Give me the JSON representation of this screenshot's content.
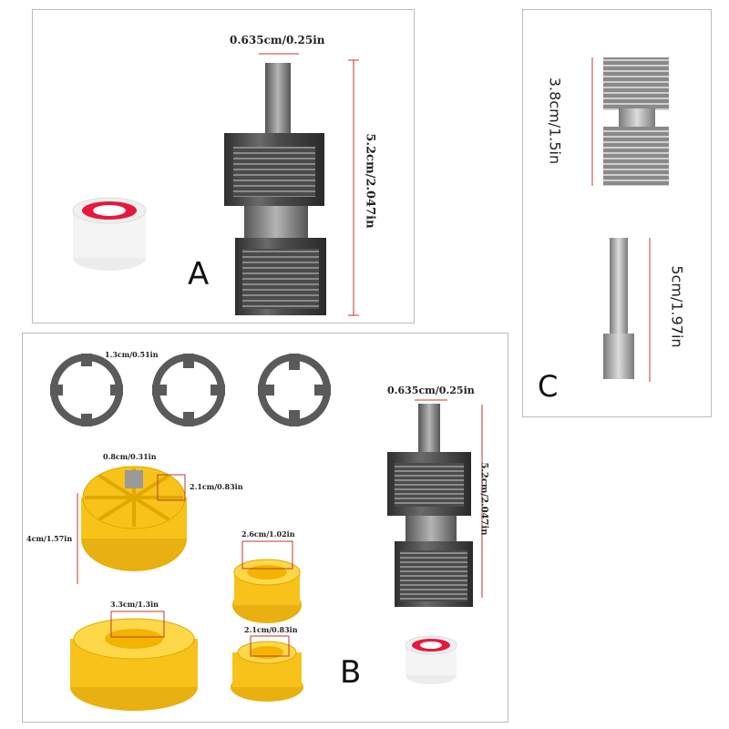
{
  "panels": {
    "a": {
      "label": "A",
      "hex_width": "0.635cm/0.25in",
      "tool_length": "5.2cm/2.047in"
    },
    "b": {
      "label": "B",
      "die_width": "1.3cm/0.51in",
      "handle_hole": "0.8cm/0.31in",
      "handle_top": "2.1cm/0.83in",
      "handle_height": "4cm/1.57in",
      "guide_large": "3.3cm/1.3in",
      "guide_medium": "2.6cm/1.02in",
      "guide_small": "2.1cm/0.83in",
      "hex_width": "0.635cm/0.25in",
      "tool_length": "5.2cm/2.047in"
    },
    "c": {
      "label": "C",
      "die_body_length": "3.8cm/1.5in",
      "shaft_length": "5cm/1.97in"
    }
  },
  "colors": {
    "metal_dark": "#3f3f3f",
    "metal_light": "#9a9a9a",
    "tape_red": "#e8183a",
    "yellow": "#f7c31a",
    "dim_line": "#c0392b"
  }
}
